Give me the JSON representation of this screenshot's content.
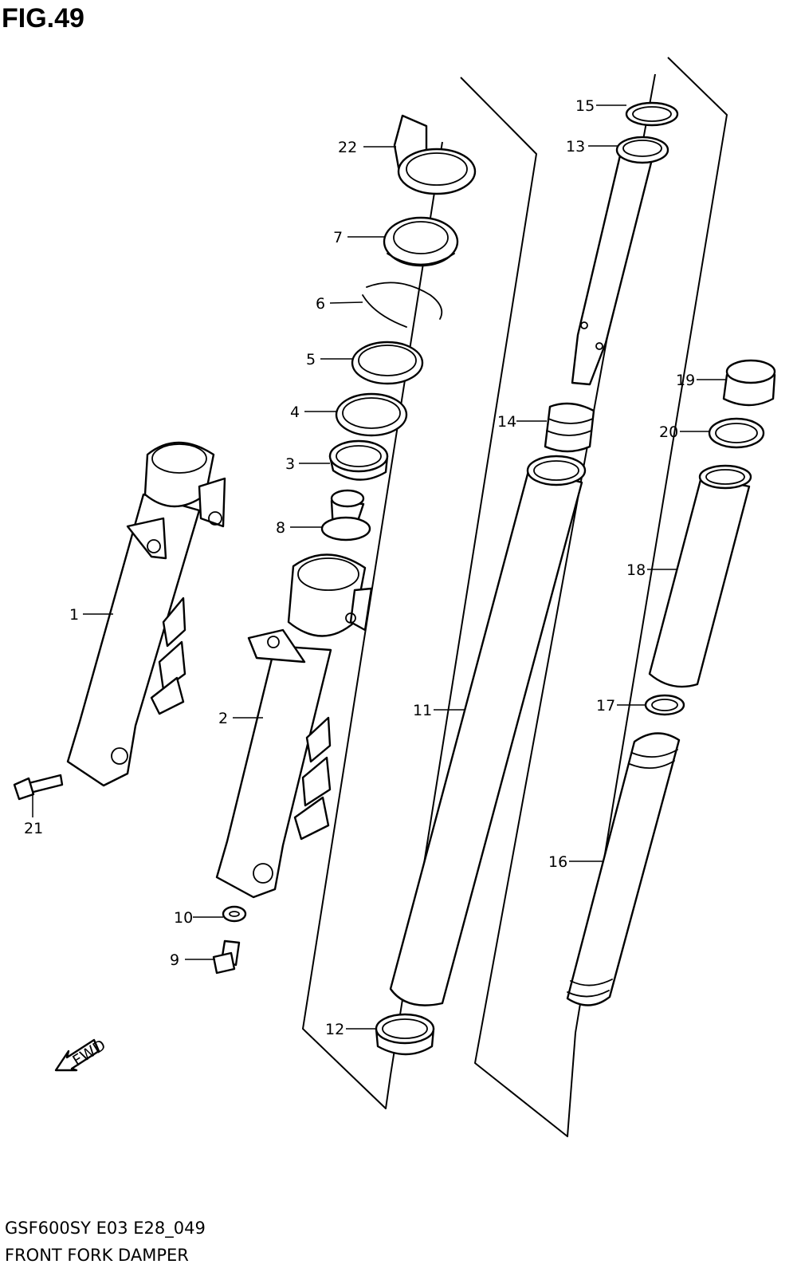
{
  "header": {
    "figure": "FIG.49"
  },
  "footer": {
    "model_code": "GSF600SY E03 E28_049",
    "title": "FRONT FORK DAMPER"
  },
  "fwd_label": "FWD",
  "callouts": [
    "1",
    "2",
    "3",
    "4",
    "5",
    "6",
    "7",
    "8",
    "9",
    "10",
    "11",
    "12",
    "13",
    "14",
    "15",
    "16",
    "17",
    "18",
    "19",
    "20",
    "21",
    "22"
  ]
}
